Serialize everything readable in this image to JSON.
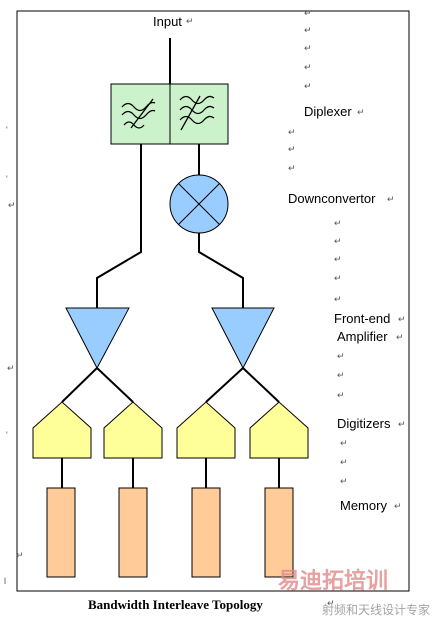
{
  "labels": {
    "input": "Input",
    "diplexer": "Diplexer",
    "downconvertor": "Downconvertor",
    "frontend_line1": "Front-end",
    "frontend_line2": "Amplifier",
    "digitizers": "Digitizers",
    "memory": "Memory"
  },
  "caption": "Bandwidth Interleave Topology",
  "paragraph_mark": "↵",
  "watermark": {
    "title": "易迪拓培训",
    "subtitle": "射频和天线设计专家"
  },
  "colors": {
    "diplexer_fill": "#ccf2cc",
    "mixer_fill": "#99ccff",
    "amplifier_fill": "#99ccff",
    "digitizer_fill": "#ffff99",
    "memory_fill": "#ffcc99",
    "line": "#000000"
  }
}
